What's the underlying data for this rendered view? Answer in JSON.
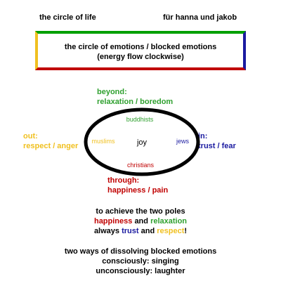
{
  "header": {
    "left": "the circle of life",
    "right": "für hanna und jakob"
  },
  "box": {
    "line1": "the circle of emotions / blocked emotions",
    "line2": "(energy flow clockwise)",
    "border_colors": {
      "top": "#00a000",
      "right": "#1a1aa0",
      "bottom": "#c00000",
      "left": "#f0c020"
    }
  },
  "poles": {
    "beyond": {
      "label": "beyond:",
      "value": "relaxation / boredom",
      "color": "#2fa02f"
    },
    "out": {
      "label": "out:",
      "value": "respect / anger",
      "color": "#f0c020"
    },
    "in": {
      "label": "in:",
      "value": "trust / fear",
      "color": "#1a1aa0"
    },
    "through": {
      "label": "through:",
      "value": "happiness / pain",
      "color": "#c00000"
    }
  },
  "ring": {
    "center": "joy",
    "top": "buddhists",
    "left": "muslims",
    "right": "jews",
    "bottom": "christians"
  },
  "achieve": {
    "line1": "to achieve the two poles",
    "happiness": "happiness",
    "and1": "and",
    "relaxation": "relaxation",
    "always": "always",
    "trust": "trust",
    "and2": "and",
    "respect": "respect",
    "exclaim": "!"
  },
  "ways": {
    "line1": "two ways of dissolving blocked emotions",
    "line2": "consciously: singing",
    "line3": "unconsciously: laughter"
  }
}
